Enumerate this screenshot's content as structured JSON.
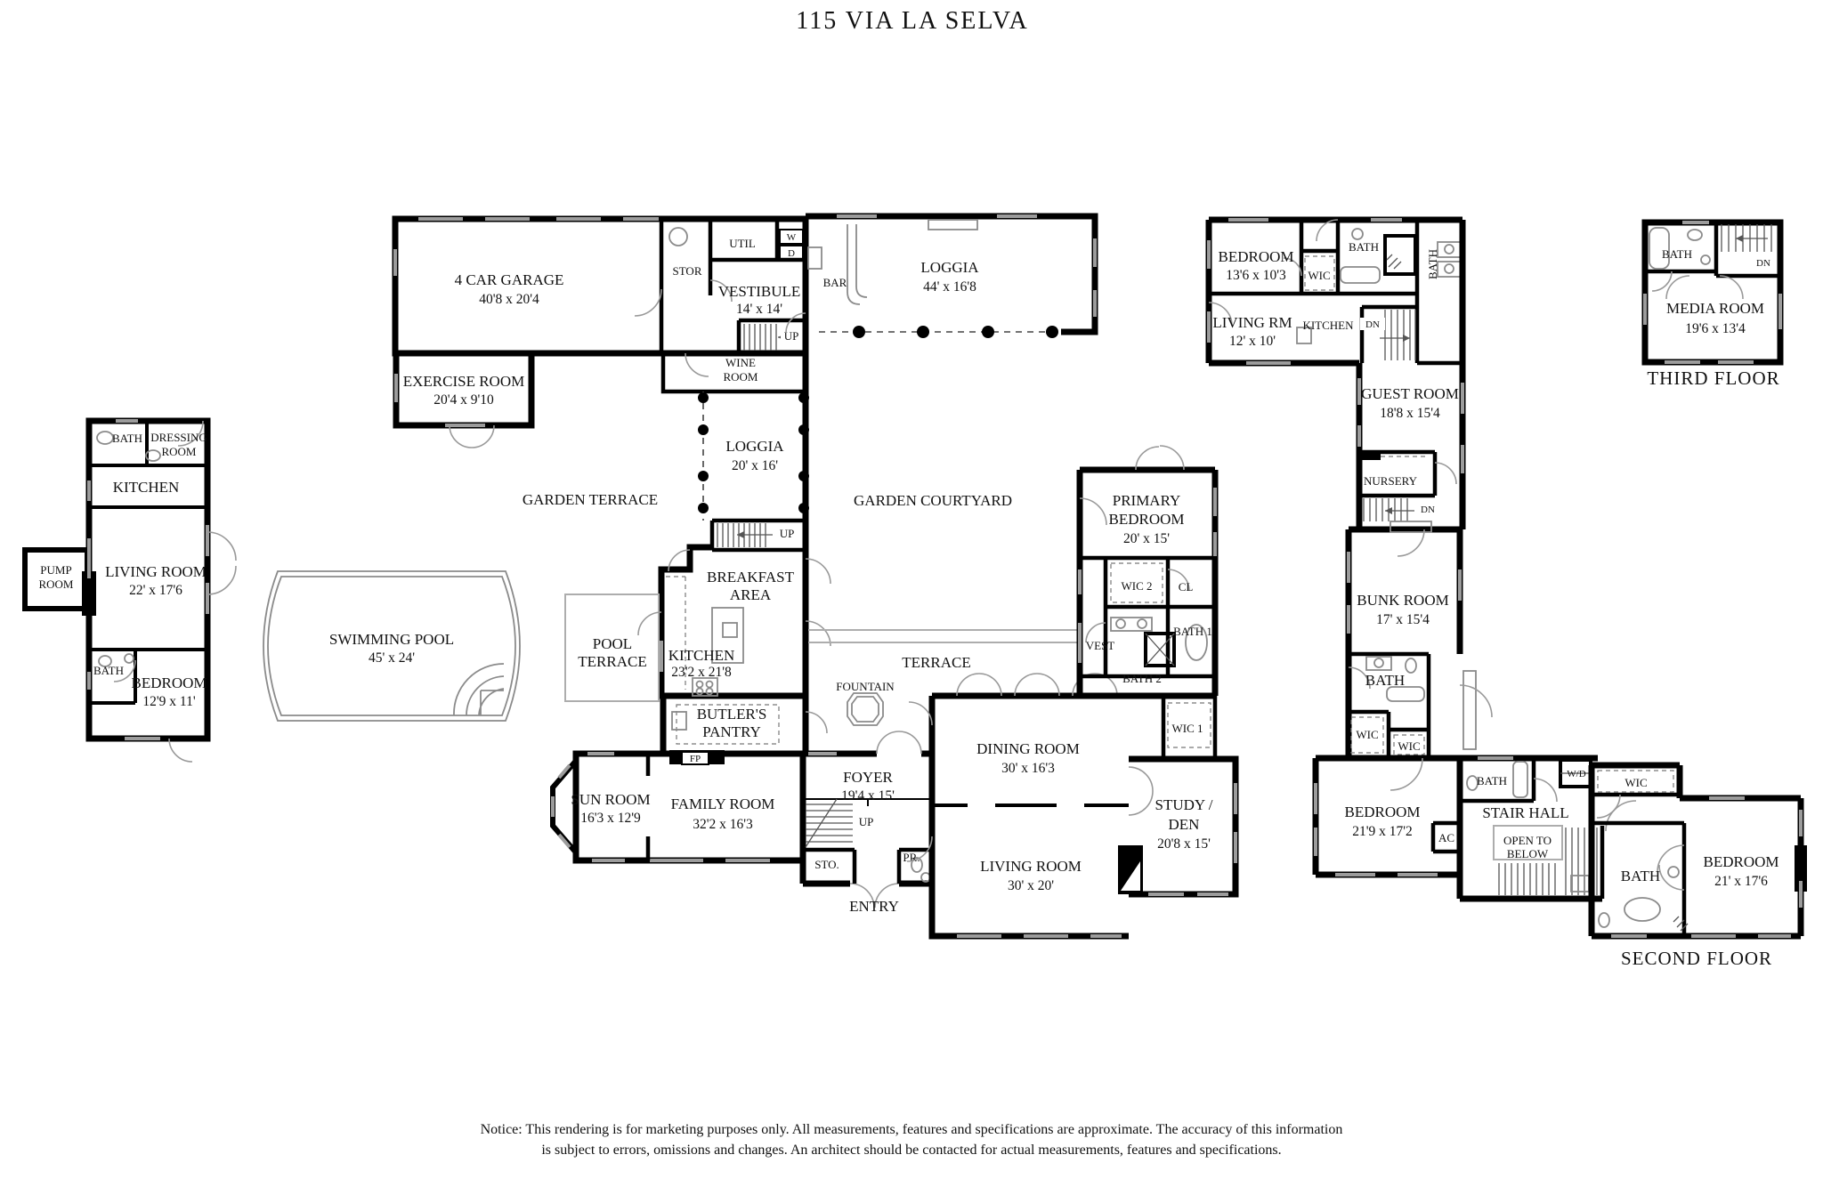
{
  "t": {
    "title": "115 VIA LA SELVA",
    "second_floor": "SECOND FLOOR",
    "third_floor": "THIRD FLOOR",
    "notice1": "Notice: This rendering is for marketing purposes only. All measurements, features and specifications are approximate. The accuracy of this information",
    "notice2": "is subject to errors, omissions and changes. An architect should be contacted for actual measurements, features and specifications."
  },
  "rooms": {
    "garage": [
      "4 CAR GARAGE",
      "40'8 x 20'4"
    ],
    "exercise": [
      "EXERCISE ROOM",
      "20'4 x 9'10"
    ],
    "vestibule": [
      "VESTIBULE",
      "14' x 14'"
    ],
    "loggia_main": [
      "LOGGIA",
      "44' x 16'8"
    ],
    "loggia_garden": [
      "LOGGIA",
      "20' x 16'"
    ],
    "wine": [
      "WINE",
      "ROOM"
    ],
    "breakfast": [
      "BREAKFAST",
      "AREA"
    ],
    "kitchen_main": [
      "KITCHEN",
      "23'2 x 21'8"
    ],
    "butlers": [
      "BUTLER'S",
      "PANTRY"
    ],
    "pool_terrace": [
      "POOL",
      "TERRACE"
    ],
    "sun": [
      "SUN ROOM",
      "16'3 x 12'9"
    ],
    "family": [
      "FAMILY ROOM",
      "32'2 x 16'3"
    ],
    "foyer": [
      "FOYER",
      "19'4 x 15'"
    ],
    "dining": [
      "DINING ROOM",
      "30' x 16'3"
    ],
    "living_main": [
      "LIVING ROOM",
      "30' x 20'"
    ],
    "study": [
      "STUDY /",
      "DEN",
      "20'8 x 15'"
    ],
    "primary": [
      "PRIMARY",
      "BEDROOM",
      "20' x 15'"
    ],
    "gh_living": [
      "LIVING ROOM",
      "22' x 17'6"
    ],
    "gh_bedroom": [
      "BEDROOM",
      "12'9 x 11'"
    ],
    "gh_dressing": [
      "DRESSING",
      "ROOM"
    ],
    "gh_pump": [
      "PUMP",
      "ROOM"
    ],
    "pool": [
      "SWIMMING POOL",
      "45' x 24'"
    ],
    "f2_bedroom1": [
      "BEDROOM",
      "13'6 x 10'3"
    ],
    "f2_living": [
      "LIVING RM",
      "12' x 10'"
    ],
    "guest": [
      "GUEST ROOM",
      "18'8 x 15'4"
    ],
    "bunk": [
      "BUNK ROOM",
      "17' x 15'4"
    ],
    "f2_bedroom2": [
      "BEDROOM",
      "21'9 x 17'2"
    ],
    "f2_bedroom3": [
      "BEDROOM",
      "21' x 17'6"
    ],
    "media": [
      "MEDIA ROOM",
      "19'6 x 13'4"
    ],
    "open_below": [
      "OPEN TO",
      "BELOW"
    ]
  },
  "labels": {
    "bath": "BATH",
    "bath1": "BATH 1",
    "bath2": "BATH 2",
    "wic": "WIC",
    "wic1": "WIC 1",
    "wic2": "WIC 2",
    "kitchen": "KITCHEN",
    "stor": "STOR",
    "util": "UTIL",
    "bar": "BAR",
    "up": "UP",
    "dn": "DN",
    "fp": "FP",
    "w": "W",
    "d": "D",
    "wd": "W/D",
    "sto": "STO.",
    "pr": "PR.",
    "cl": "CL",
    "ac": "AC",
    "vest": "VEST",
    "entry": "ENTRY",
    "fountain": "FOUNTAIN",
    "terrace": "TERRACE",
    "garden_terrace": "GARDEN TERRACE",
    "garden_courtyard": "GARDEN COURTYARD",
    "nursery": "NURSERY",
    "stair_hall": "STAIR HALL"
  }
}
